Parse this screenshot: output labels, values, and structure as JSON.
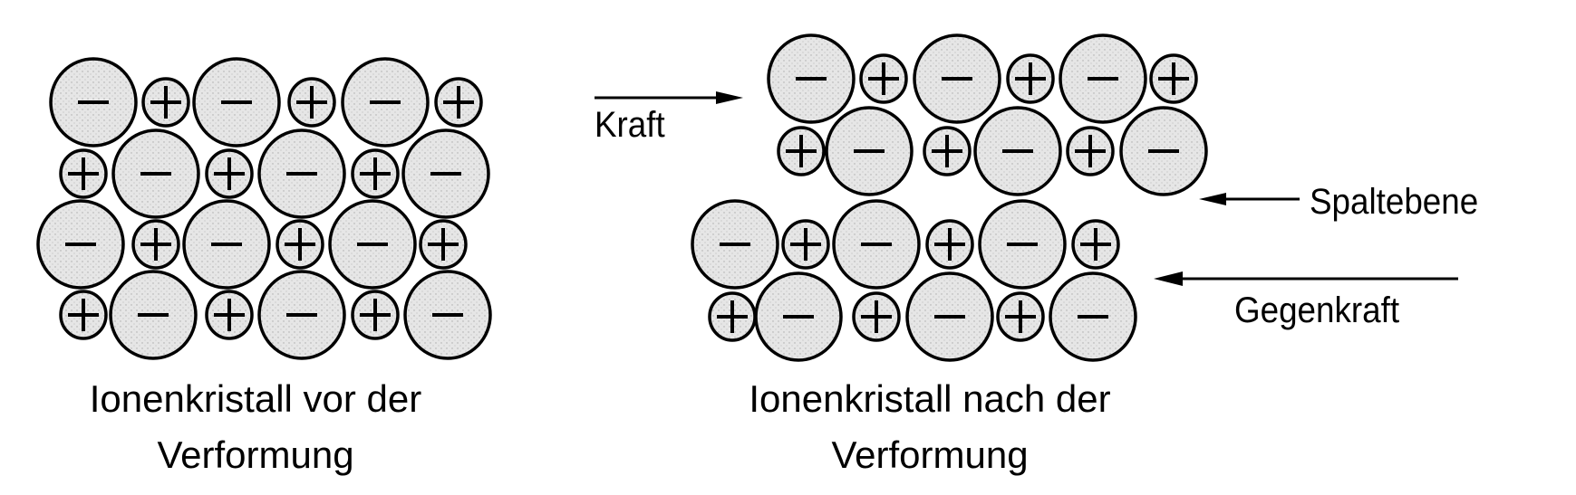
{
  "labels": {
    "force": "Kraft",
    "cleavage_plane": "Spaltebene",
    "counterforce": "Gegenkraft"
  },
  "captions": {
    "before_line1": "Ionenkristall vor der",
    "before_line2": "Verformung",
    "after_line1": "Ionenkristall nach der",
    "after_line2": "Verformung"
  },
  "ions": {
    "anion_sign": "−",
    "cation_sign": "+"
  },
  "colors": {
    "ion_fill": "#e2e2e2",
    "stroke": "#000000"
  }
}
